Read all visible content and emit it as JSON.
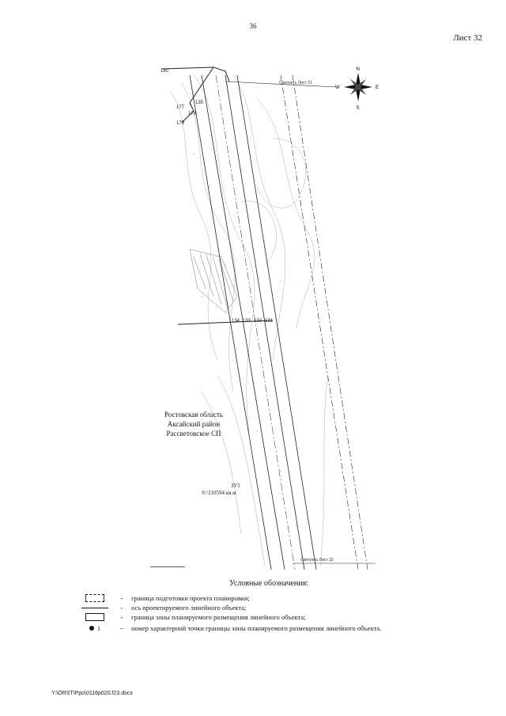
{
  "header": {
    "page_number": "36",
    "sheet_label": "Лист 32"
  },
  "map": {
    "compass": {
      "n": "N",
      "s": "S",
      "e": "E",
      "w": "W"
    },
    "top_link_label": "Смотреть Лист 31",
    "bottom_link_label": "Смотреть Лист 33",
    "point_labels": [
      "180",
      "177",
      "178",
      "179",
      "135",
      "134",
      "133",
      "132",
      "131"
    ],
    "region_label": [
      "Ростовская область",
      "Аксайский район",
      "Рассветовское СП"
    ],
    "area_label": {
      "zone_id": "ЗУ1",
      "area": "S=210594 кв.м"
    }
  },
  "legend": {
    "title": "Условные обозначения:",
    "items": [
      {
        "symbol": "dashed-rect-icon",
        "dash": "-",
        "text": "граница подготовки проекта планировки;"
      },
      {
        "symbol": "axis-line-icon",
        "dash": "-",
        "text": "ось проектируемого линейного объекта;"
      },
      {
        "symbol": "solid-rect-icon",
        "dash": "-",
        "text": "граница зоны планируемого размещения линейного объекта;"
      },
      {
        "symbol": "point-marker-icon",
        "symbol_label": "1",
        "dash": "–",
        "text": "номер характерной точки границы зоны планируемого размещения линейного объекта."
      }
    ]
  },
  "footer": {
    "file_path": "Y:\\ORST\\Ppo\\0116p020.f23.docx"
  }
}
